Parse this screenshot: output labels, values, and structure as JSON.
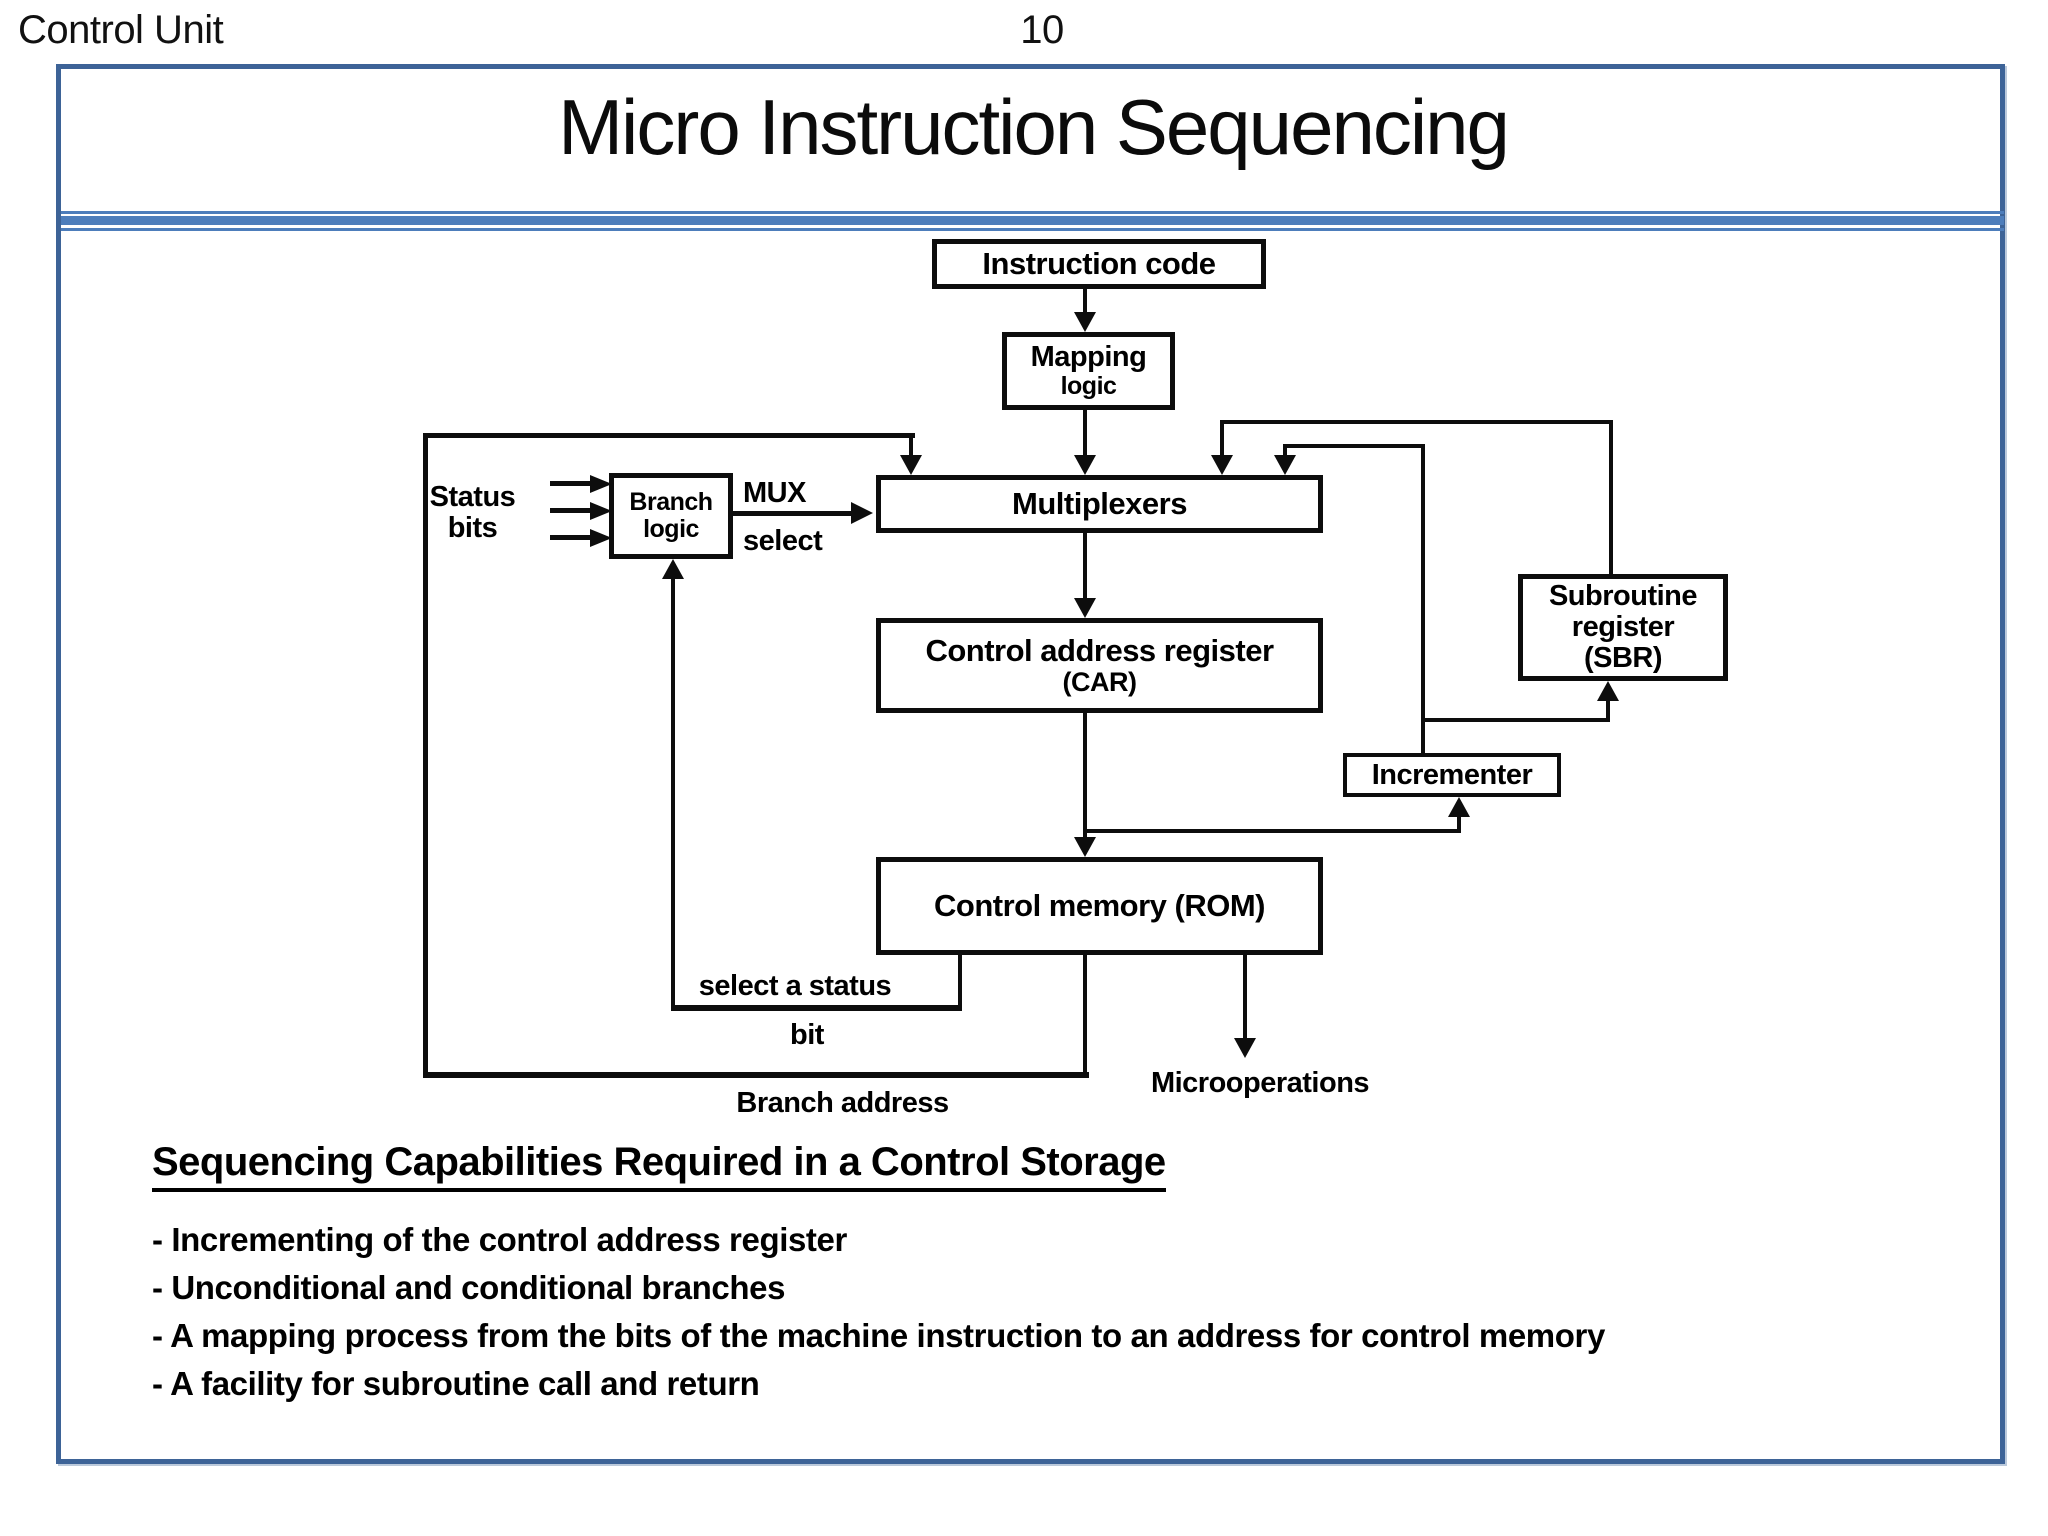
{
  "page": {
    "header_left": "Control Unit",
    "page_number": "10",
    "title": "Micro Instruction Sequencing"
  },
  "diagram": {
    "boxes": {
      "instruction_code": "Instruction code",
      "mapping_line1": "Mapping",
      "mapping_line2": "logic",
      "multiplexers": "Multiplexers",
      "branch_line1": "Branch",
      "branch_line2": "logic",
      "car_line1": "Control address register",
      "car_line2": "(CAR)",
      "control_memory": "Control memory (ROM)",
      "incrementer": "Incrementer",
      "sbr_line1": "Subroutine",
      "sbr_line2": "register",
      "sbr_line3": "(SBR)"
    },
    "labels": {
      "status_line1": "Status",
      "status_line2": "bits",
      "mux": "MUX",
      "select": "select",
      "select_status_line1": "select a status",
      "select_status_line2": "bit",
      "branch_address": "Branch address",
      "microoperations": "Microoperations"
    }
  },
  "notes": {
    "heading": "Sequencing Capabilities Required in a Control Storage",
    "bullets": [
      "- Incrementing of the control address register",
      "- Unconditional and conditional branches",
      "- A mapping process from the bits of the machine instruction to an address for control memory",
      "- A facility for subroutine call and return"
    ]
  },
  "colors": {
    "ink": "#0d0d0d",
    "frame_border": "#3d6397",
    "separator": "#4d7dbb",
    "paper": "#ffffff"
  }
}
